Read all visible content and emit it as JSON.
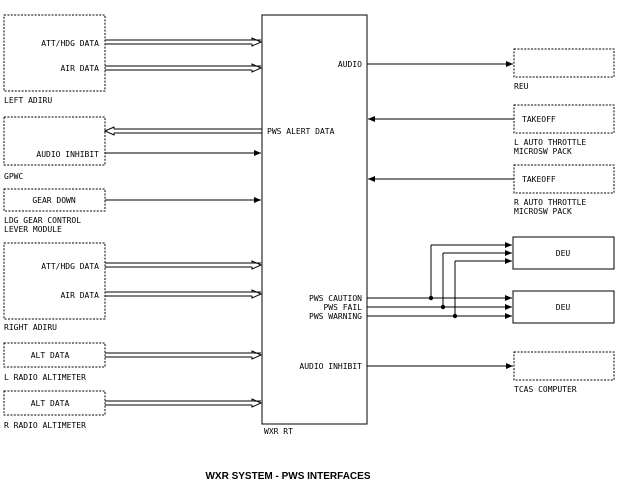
{
  "diagram": {
    "caption": "WXR SYSTEM - PWS INTERFACES",
    "center_unit": {
      "label": "WXR RT",
      "ports_left": [
        "PWS ALERT DATA"
      ],
      "ports_right": [
        "AUDIO",
        "PWS CAUTION",
        "PWS FAIL",
        "PWS WARNING",
        "AUDIO INHIBIT"
      ]
    },
    "left_units": [
      {
        "name": "LEFT ADIRU",
        "signals": [
          "ATT/HDG DATA",
          "AIR DATA"
        ]
      },
      {
        "name": "GPWC",
        "signals": [
          "AUDIO INHIBIT"
        ]
      },
      {
        "name": "LDG GEAR CONTROL",
        "name2": "LEVER MODULE",
        "signals": [
          "GEAR DOWN"
        ]
      },
      {
        "name": "RIGHT ADIRU",
        "signals": [
          "ATT/HDG DATA",
          "AIR DATA"
        ]
      },
      {
        "name": "L RADIO ALTIMETER",
        "signals": [
          "ALT DATA"
        ]
      },
      {
        "name": "R RADIO ALTIMETER",
        "signals": [
          "ALT DATA"
        ]
      }
    ],
    "right_units": [
      {
        "name": "REU"
      },
      {
        "name": "L AUTO THROTTLE",
        "name2": "MICROSW PACK",
        "signal": "TAKEOFF"
      },
      {
        "name": "R AUTO THROTTLE",
        "name2": "MICROSW PACK",
        "signal": "TAKEOFF"
      },
      {
        "name": "DEU"
      },
      {
        "name": "DEU"
      },
      {
        "name": "TCAS COMPUTER"
      }
    ]
  }
}
